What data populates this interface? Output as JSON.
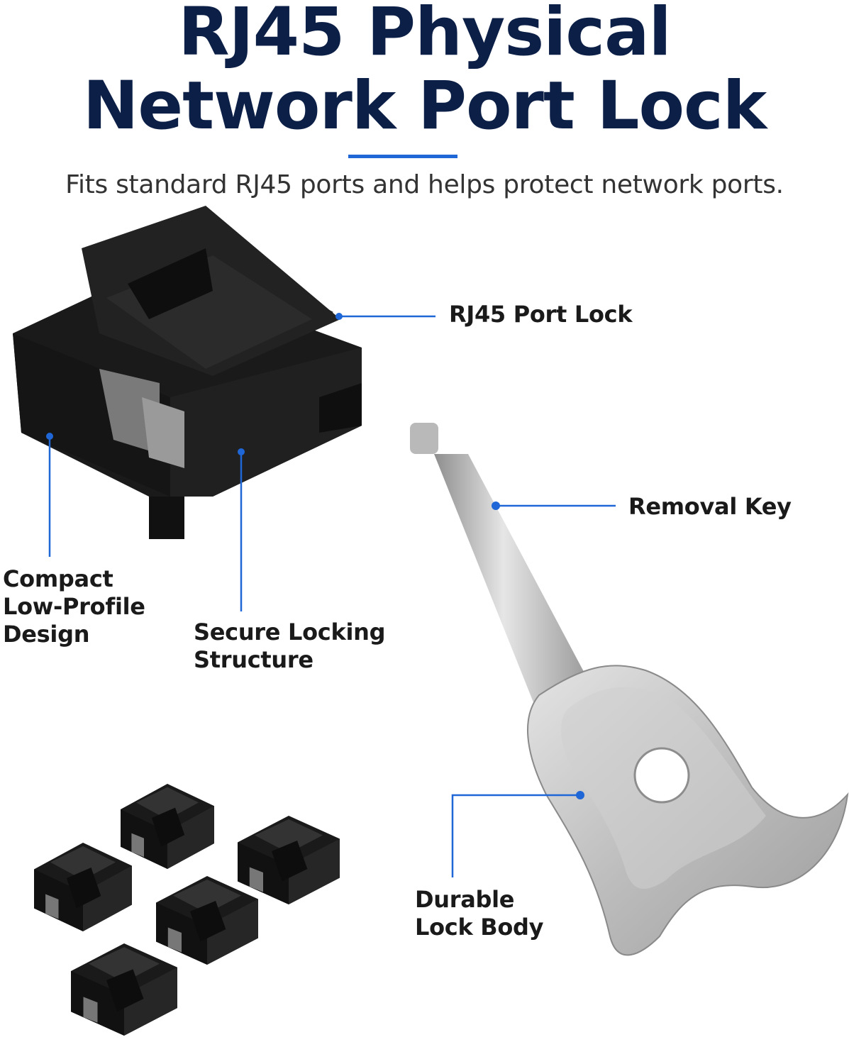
{
  "header": {
    "title_line1": "RJ45 Physical",
    "title_line2": "Network Port Lock",
    "subtitle": "Fits standard RJ45 ports and helps protect network ports."
  },
  "callouts": {
    "port_lock": "RJ45 Port Lock",
    "removal_key": "Removal Key",
    "compact": [
      "Compact",
      "Low-Profile",
      "Design"
    ],
    "secure": [
      "Secure Locking",
      "Structure"
    ],
    "durable": [
      "Durable",
      "Lock Body"
    ]
  },
  "colors": {
    "title": "#0c1f47",
    "accent": "#1f66d6",
    "lock_body": "#1b1b1b",
    "key_metal": "#c8c8c8"
  },
  "icons": [
    "rj45-port-lock-icon",
    "removal-key-icon",
    "port-lock-set-icon"
  ]
}
